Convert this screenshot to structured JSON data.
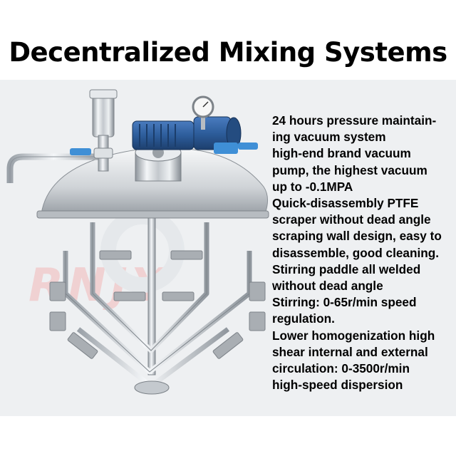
{
  "title": "Decentralized Mixing Systems",
  "specs": [
    "24 hours pressure maintain-",
    "ing vacuum system",
    "high-end brand vacuum",
    "pump, the highest vacuum",
    "up to -0.1MPA",
    "Quick-disassembly PTFE",
    "scraper without dead angle",
    "scraping wall design, easy to",
    "disassemble, good cleaning.",
    "Stirring paddle all welded",
    "without dead angle",
    "Stirring: 0-65r/min speed",
    "regulation.",
    "Lower homogenization high",
    "shear internal and external",
    "circulation: 0-3500r/min",
    "high-speed dispersion"
  ],
  "colors": {
    "panel": "#eef0f2",
    "steel": "#c9cdd2",
    "motor_blue": "#2d5d9b",
    "valve_blue": "#3f8fd6",
    "watermark_red": "#f2b9b9"
  },
  "icons": [
    "pressure-gauge-icon",
    "motor-icon"
  ]
}
